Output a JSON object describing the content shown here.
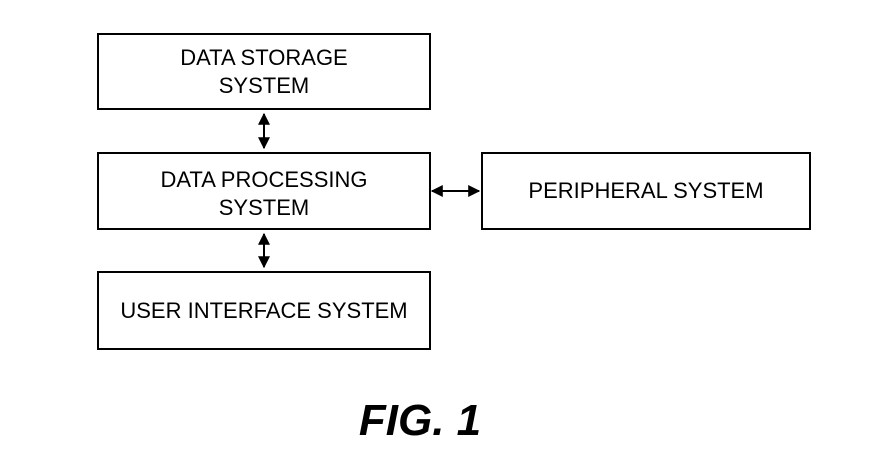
{
  "diagram": {
    "boxes": {
      "data_storage": "DATA STORAGE\nSYSTEM",
      "data_processing": "DATA PROCESSING\nSYSTEM",
      "user_interface": "USER INTERFACE SYSTEM",
      "peripheral": "PERIPHERAL SYSTEM"
    },
    "connections": [
      {
        "from": "data_storage",
        "to": "data_processing",
        "type": "bidirectional"
      },
      {
        "from": "data_processing",
        "to": "user_interface",
        "type": "bidirectional"
      },
      {
        "from": "data_processing",
        "to": "peripheral",
        "type": "bidirectional"
      }
    ],
    "figure_label": "FIG. 1",
    "colors": {
      "stroke": "#000000",
      "background": "#ffffff"
    }
  }
}
